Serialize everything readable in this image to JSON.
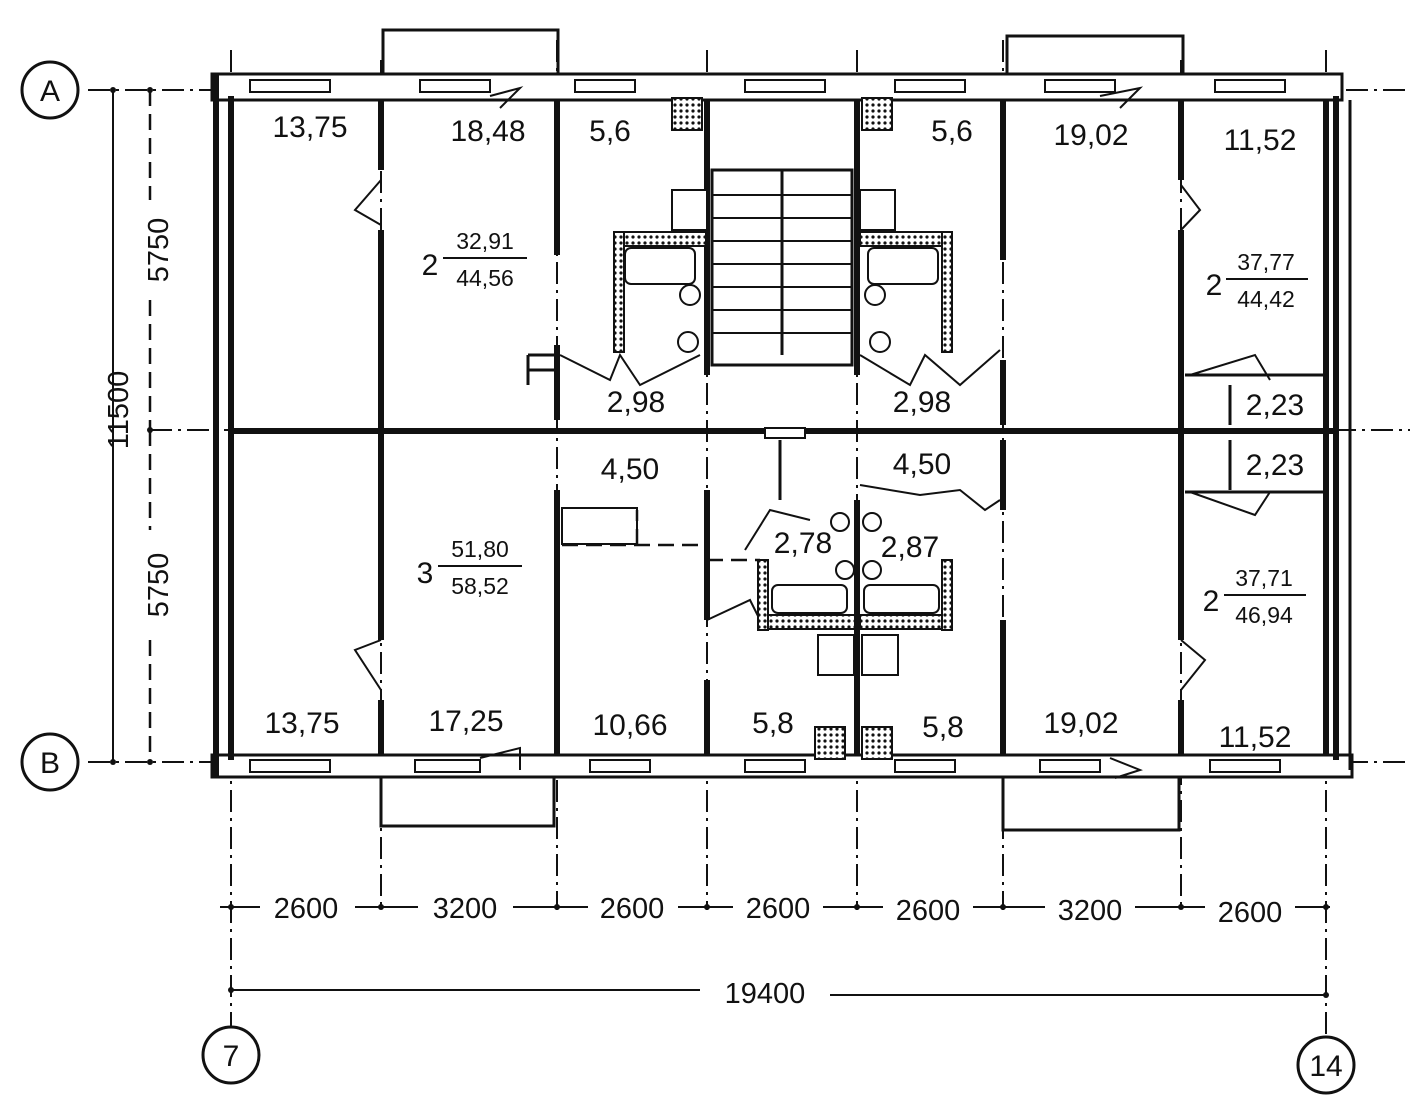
{
  "axes": {
    "rows": [
      {
        "id": "row-a",
        "label": "A"
      },
      {
        "id": "row-b",
        "label": "B"
      }
    ],
    "columns": [
      {
        "id": "col-7",
        "label": "7"
      },
      {
        "id": "col-14",
        "label": "14"
      }
    ]
  },
  "vertical_dims": {
    "upper": "5750",
    "lower": "5750",
    "total": "11500"
  },
  "horizontal_dims": [
    "2600",
    "3200",
    "2600",
    "2600",
    "2600",
    "3200",
    "2600"
  ],
  "total_width": "19400",
  "room_areas_top": [
    "13,75",
    "18,48",
    "5,6",
    "5,6",
    "19,02",
    "11,52"
  ],
  "room_areas_mid": [
    "2,98",
    "2,98",
    "2,23",
    "4,50",
    "4,50",
    "2,23",
    "2,78",
    "2,87"
  ],
  "room_areas_bottom": [
    "13,75",
    "17,25",
    "10,66",
    "5,8",
    "5,8",
    "19,02",
    "11,52"
  ],
  "apartments": [
    {
      "rooms": "2",
      "living": "32,91",
      "total": "44,56"
    },
    {
      "rooms": "2",
      "living": "37,77",
      "total": "44,42"
    },
    {
      "rooms": "3",
      "living": "51,80",
      "total": "58,52"
    },
    {
      "rooms": "2",
      "living": "37,71",
      "total": "46,94"
    }
  ]
}
